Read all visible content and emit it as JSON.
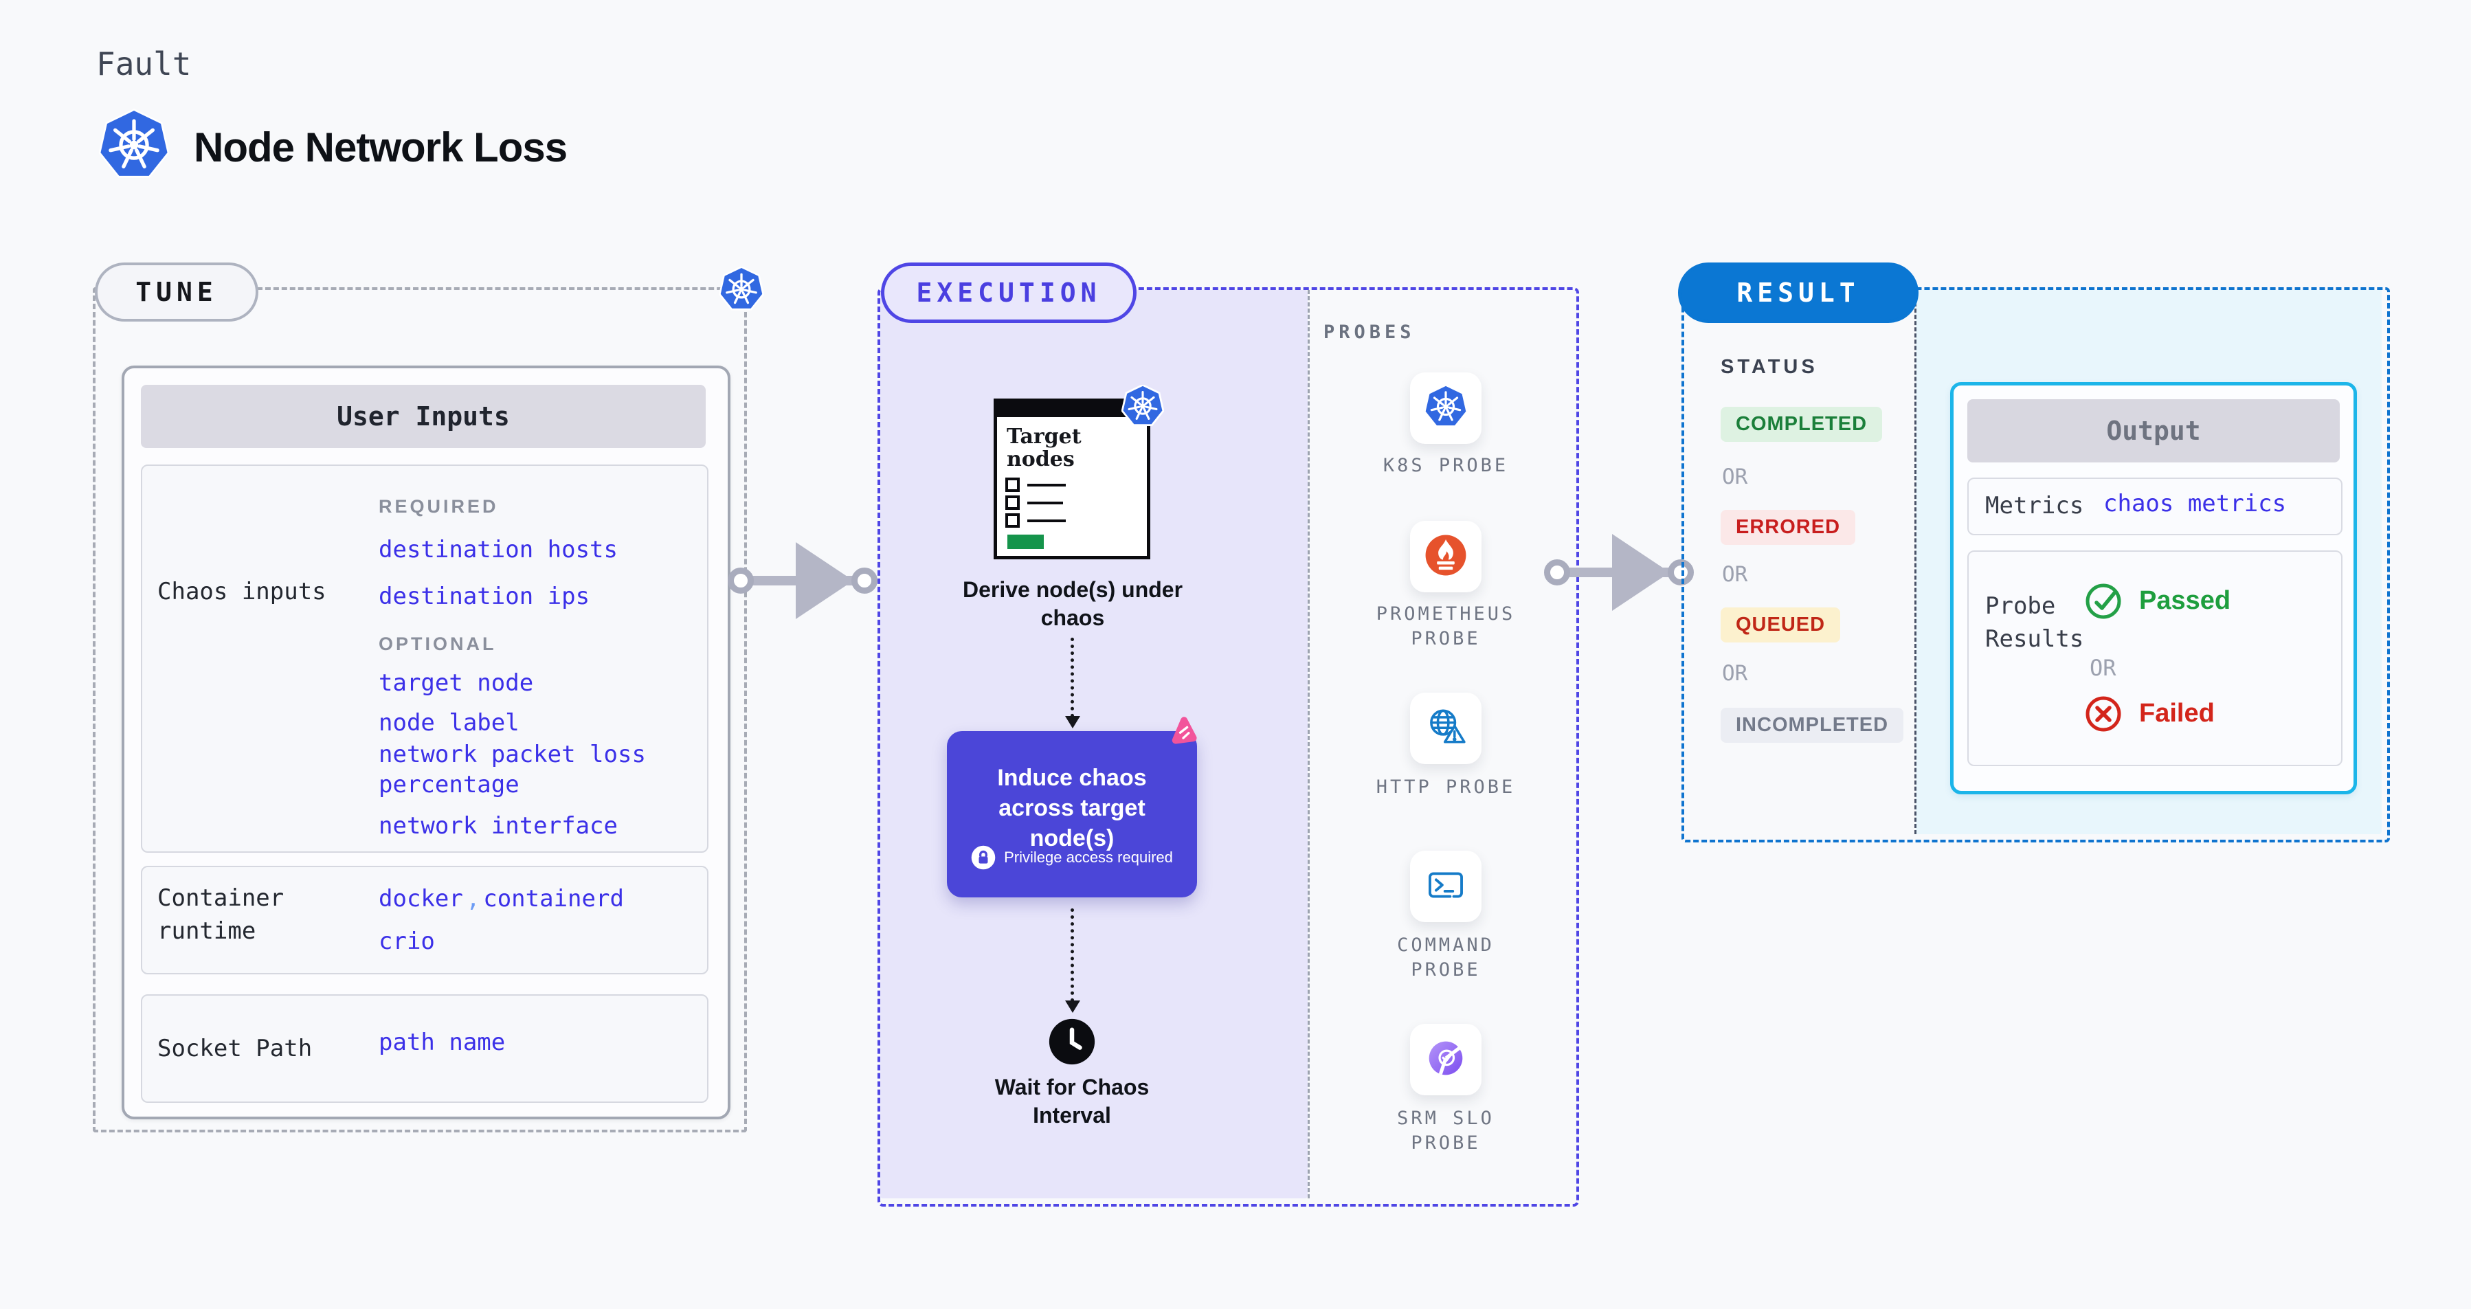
{
  "header": {
    "kicker": "Fault",
    "title": "Node Network Loss"
  },
  "tune": {
    "badge": "TUNE",
    "user_inputs_title": "User Inputs",
    "chaos": {
      "label": "Chaos inputs",
      "required_label": "REQUIRED",
      "required": [
        "destination hosts",
        "destination ips"
      ],
      "optional_label": "OPTIONAL",
      "optional": [
        "target node",
        "node label",
        "network packet loss percentage",
        "network interface"
      ]
    },
    "runtime": {
      "label": "Container runtime",
      "values": [
        "docker",
        "containerd",
        "crio"
      ],
      "separator": ","
    },
    "socket": {
      "label": "Socket Path",
      "value": "path name"
    }
  },
  "execution": {
    "badge": "EXECUTION",
    "target_title": "Target nodes",
    "derive": "Derive node(s) under chaos",
    "induce": "Induce chaos across target node(s)",
    "privilege": "Privilege access required",
    "wait": "Wait for Chaos Interval",
    "probes_title": "PROBES",
    "probes": [
      {
        "label": "K8S PROBE",
        "icon": "kubernetes-icon"
      },
      {
        "label": "PROMETHEUS PROBE",
        "icon": "prometheus-icon"
      },
      {
        "label": "HTTP PROBE",
        "icon": "http-globe-warning-icon"
      },
      {
        "label": "COMMAND PROBE",
        "icon": "terminal-icon"
      },
      {
        "label": "SRM SLO PROBE",
        "icon": "slo-pie-check-icon"
      }
    ]
  },
  "result": {
    "badge": "RESULT",
    "status_title": "STATUS",
    "statuses": [
      "COMPLETED",
      "ERRORED",
      "QUEUED",
      "INCOMPLETED"
    ],
    "or": "OR",
    "output": {
      "title": "Output",
      "metrics_label": "Metrics",
      "metrics_value": "chaos metrics",
      "probe_label": "Probe Results",
      "passed": "Passed",
      "or": "OR",
      "failed": "Failed"
    }
  },
  "colors": {
    "indigo_accent": "#4F46E5",
    "lavender_fill": "#E7E5FA",
    "purple_box": "#4B46D8",
    "link_blue": "#3B30E8",
    "result_blue": "#0B77D3",
    "cyan_border": "#1CB5E9",
    "cyan_fill": "#E8F6FC",
    "green": "#1E9E3E",
    "red": "#D3251B",
    "kubernetes_blue": "#3168E1",
    "prometheus_orange": "#E6522C",
    "chaos_pink": "#F2549B"
  }
}
